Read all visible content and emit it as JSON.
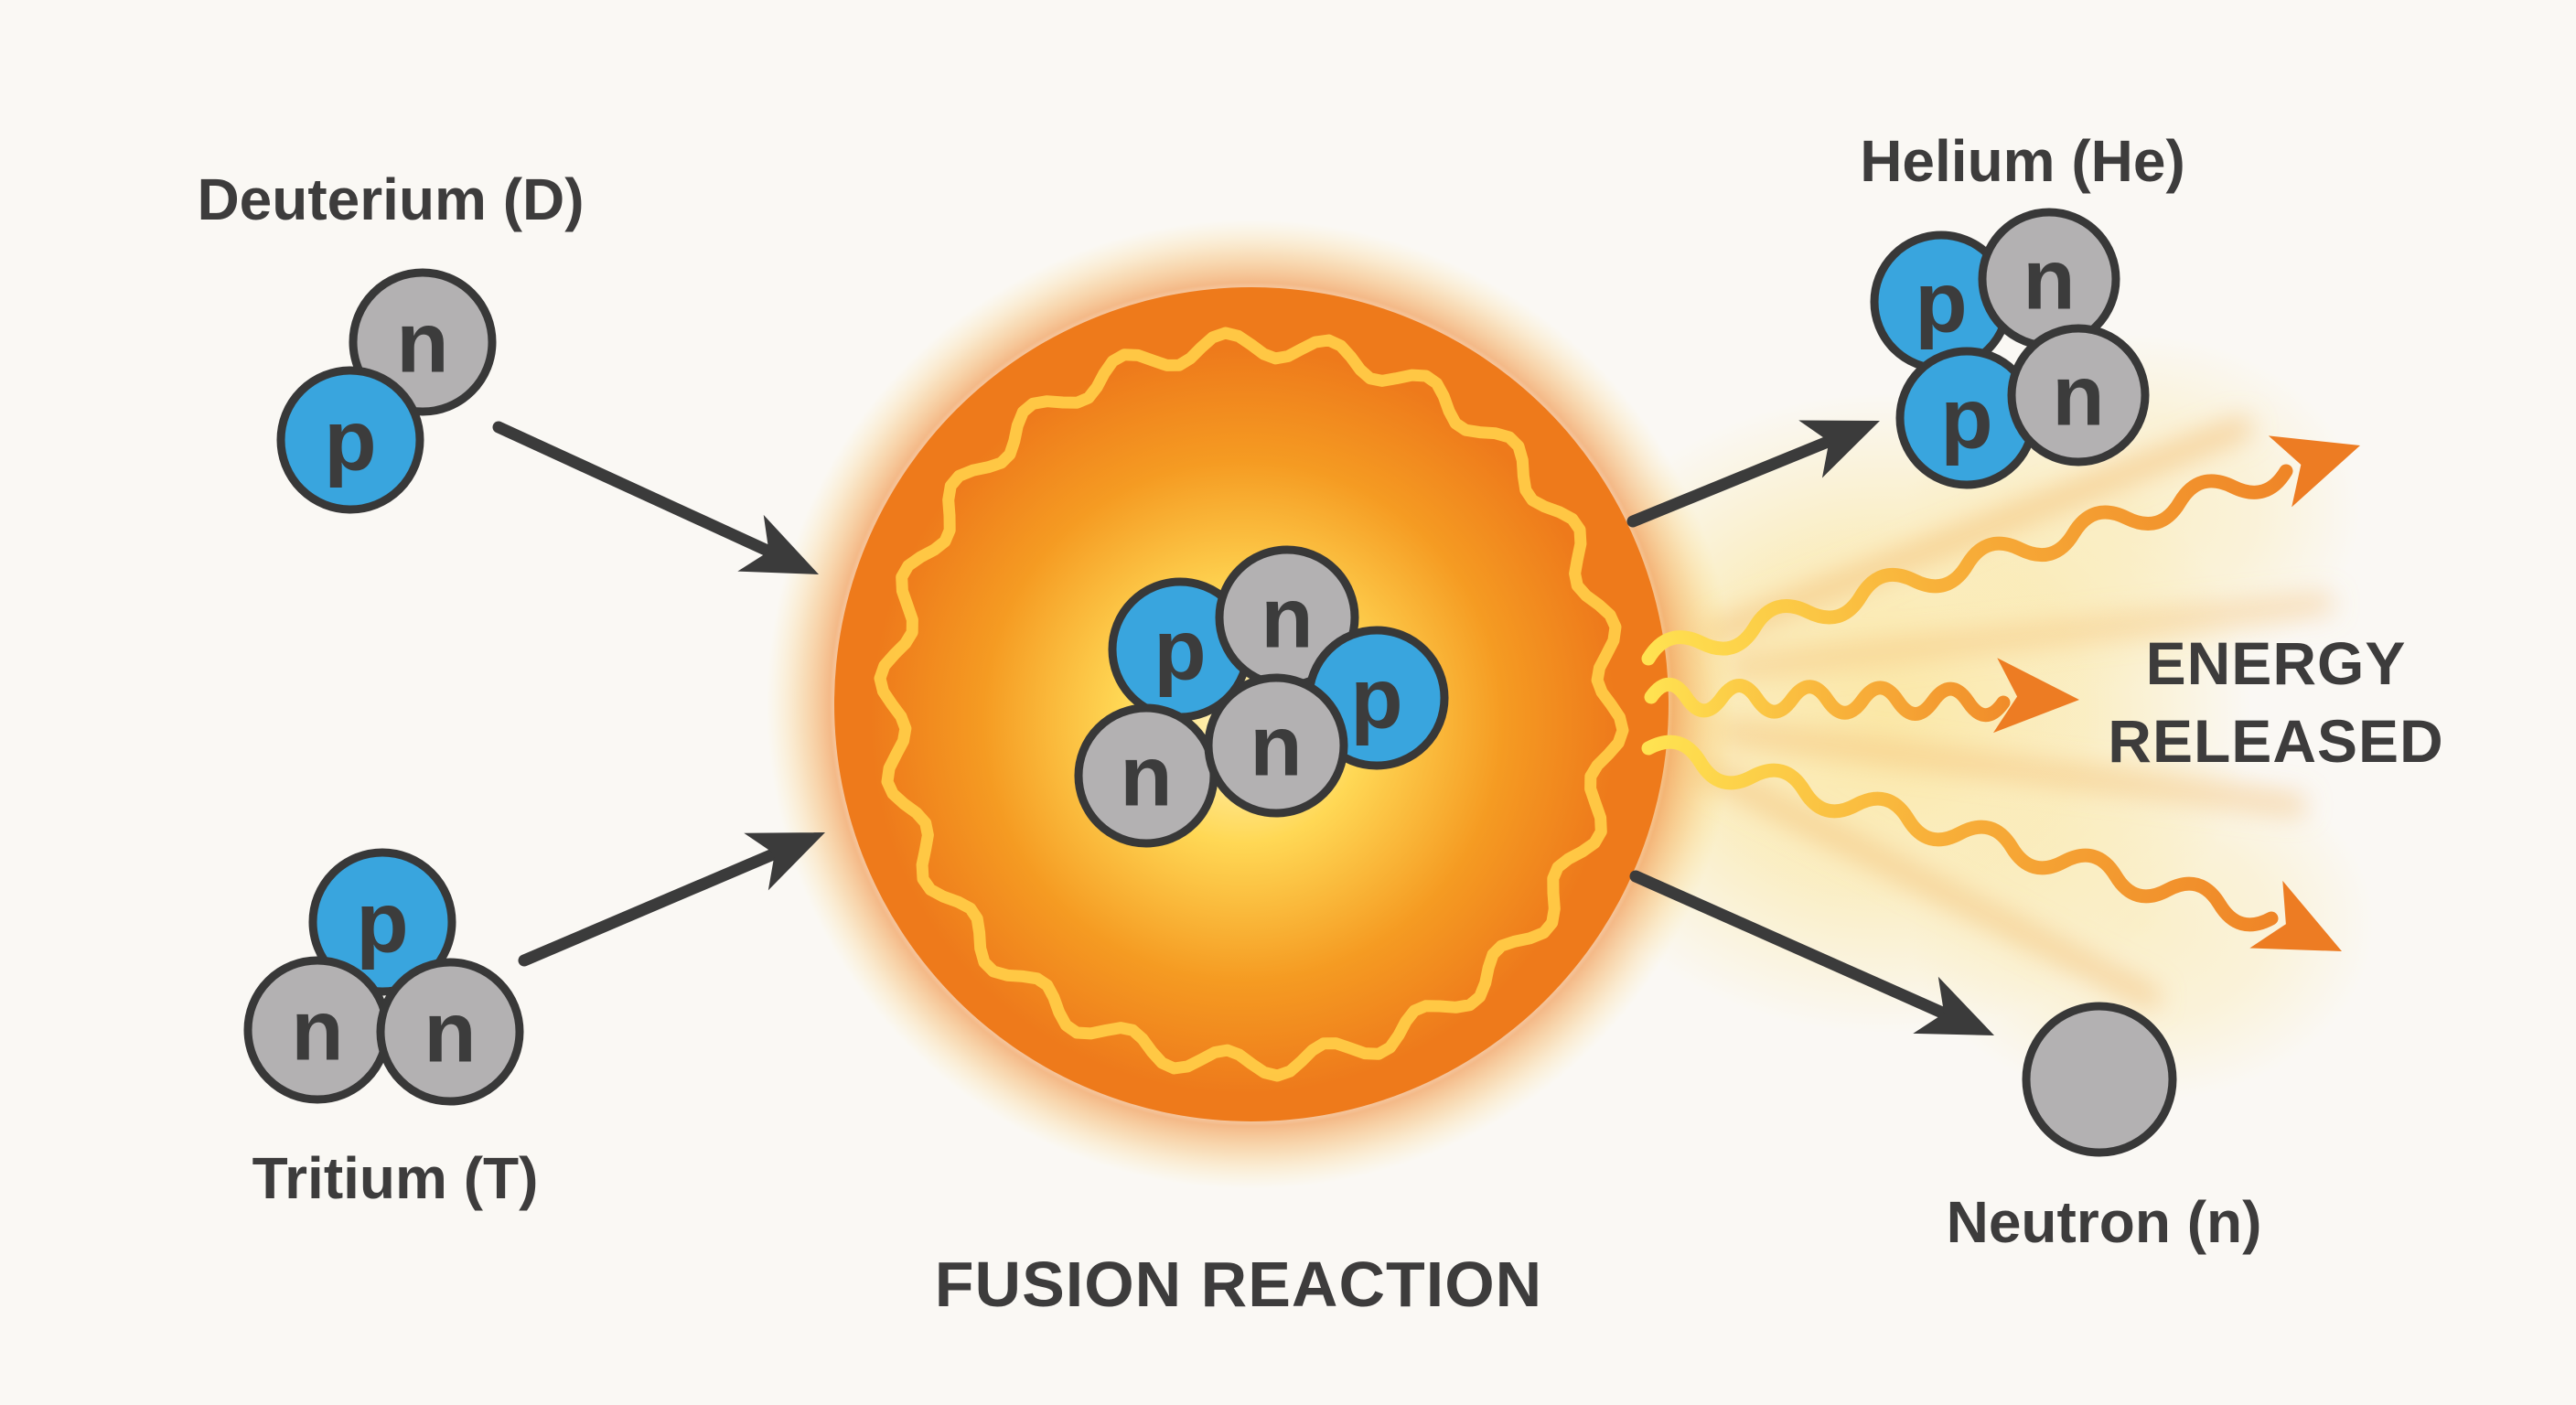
{
  "labels": {
    "deuterium": "Deuterium (D)",
    "tritium": "Tritium (T)",
    "helium": "Helium (He)",
    "neutron": "Neutron (n)",
    "fusion": "FUSION REACTION",
    "energy_line1": "ENERGY",
    "energy_line2": "RELEASED"
  },
  "particle_symbols": {
    "proton": "p",
    "neutron": "n"
  },
  "colors": {
    "background": "#faf8f4",
    "label_text": "#3d3c3c",
    "particle_letter": "#3c3c3c",
    "proton_fill": "#39a5de",
    "neutron_fill": "#b3b1b2",
    "particle_outline": "#383838",
    "dark_arrow": "#3b3b3b",
    "sun_center": "#fff6cc",
    "sun_yellow": "#ffd855",
    "sun_orange": "#f59b22",
    "sun_edge": "#ee7a1b",
    "ring": "#ffcb47",
    "ray_start": "#ffe251",
    "ray_mid": "#f8b13a",
    "ray_end": "#ed7c23",
    "energy_glow": "#fbe7a3",
    "streak": "#f3bc72"
  }
}
